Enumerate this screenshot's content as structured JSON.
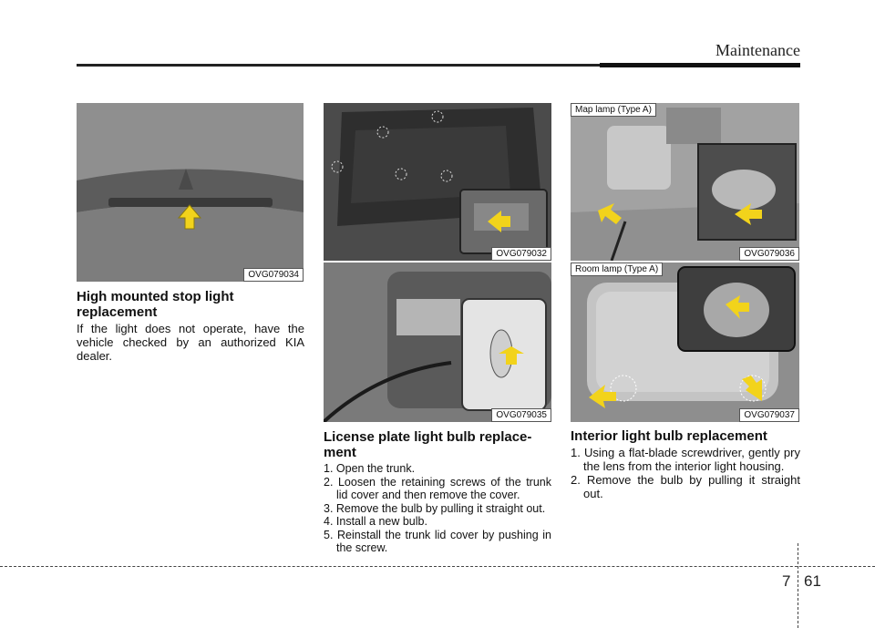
{
  "header": {
    "title": "Maintenance"
  },
  "photos": {
    "stop_light": {
      "code": "OVG079034"
    },
    "trunk_lid": {
      "code": "OVG079032"
    },
    "license_bulb": {
      "code": "OVG079035"
    },
    "map_lamp": {
      "code": "OVG079036",
      "label": "Map lamp (Type A)"
    },
    "room_lamp": {
      "code": "OVG079037",
      "label": "Room lamp (Type A)"
    }
  },
  "sections": {
    "stop_light": {
      "heading": "High mounted stop light replacement",
      "text": "If the light does not operate, have the vehicle checked by an authorized KIA dealer."
    },
    "license_plate": {
      "heading": "License plate light bulb replace-ment",
      "steps": [
        "1. Open the trunk.",
        "2. Loosen the retaining screws of the trunk lid cover and then remove the cover.",
        "3. Remove the bulb by pulling it straight out.",
        "4. Install a new bulb.",
        "5. Reinstall the trunk lid cover by pushing in the screw."
      ]
    },
    "interior": {
      "heading": "Interior light bulb replacement",
      "steps": [
        "1. Using a flat-blade screwdriver, gently pry the lens from the interior light housing.",
        "2. Remove the bulb by pulling it straight out."
      ]
    }
  },
  "footer": {
    "chapter": "7",
    "page": "61"
  },
  "colors": {
    "arrow_yellow": "#f2d31b",
    "photo_gray": "#6d6d6d"
  }
}
